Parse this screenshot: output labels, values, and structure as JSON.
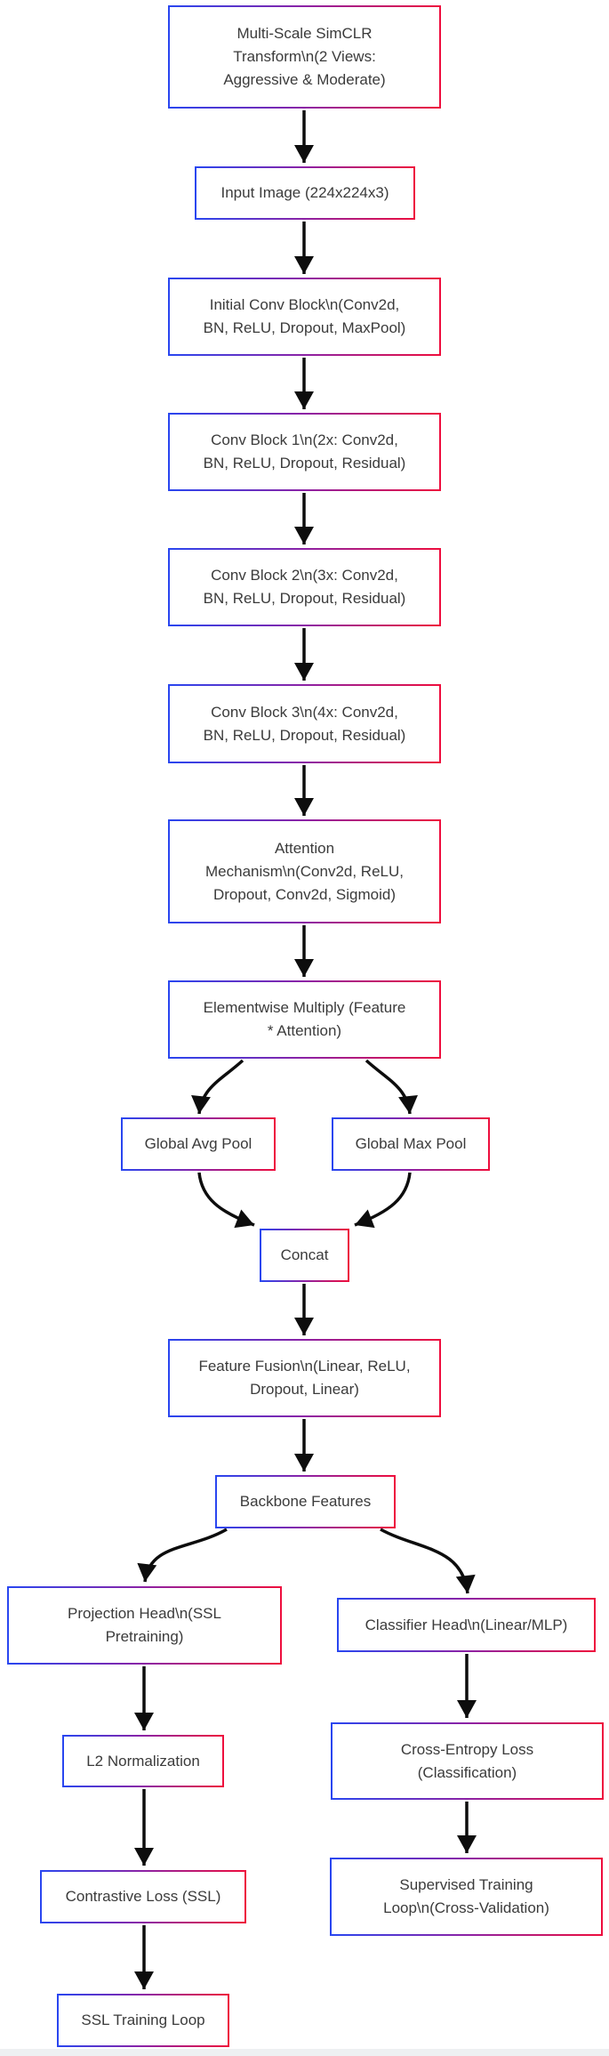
{
  "diagram": {
    "type": "flowchart",
    "nodes": [
      {
        "id": "multi-scale-simclr-transform",
        "lines": [
          "Multi-Scale SimCLR",
          "Transform\\n(2 Views:",
          "Aggressive & Moderate)"
        ]
      },
      {
        "id": "input-image",
        "lines": [
          "Input Image (224x224x3)"
        ]
      },
      {
        "id": "initial-conv-block",
        "lines": [
          "Initial Conv Block\\n(Conv2d,",
          "BN, ReLU, Dropout, MaxPool)"
        ]
      },
      {
        "id": "conv-block-1",
        "lines": [
          "Conv Block 1\\n(2x: Conv2d,",
          "BN, ReLU, Dropout, Residual)"
        ]
      },
      {
        "id": "conv-block-2",
        "lines": [
          "Conv Block 2\\n(3x: Conv2d,",
          "BN, ReLU, Dropout, Residual)"
        ]
      },
      {
        "id": "conv-block-3",
        "lines": [
          "Conv Block 3\\n(4x: Conv2d,",
          "BN, ReLU, Dropout, Residual)"
        ]
      },
      {
        "id": "attention-mechanism",
        "lines": [
          "Attention",
          "Mechanism\\n(Conv2d, ReLU,",
          "Dropout, Conv2d, Sigmoid)"
        ]
      },
      {
        "id": "elementwise-multiply",
        "lines": [
          "Elementwise Multiply (Feature",
          "* Attention)"
        ]
      },
      {
        "id": "global-avg-pool",
        "lines": [
          "Global Avg Pool"
        ]
      },
      {
        "id": "global-max-pool",
        "lines": [
          "Global Max Pool"
        ]
      },
      {
        "id": "concat",
        "lines": [
          "Concat"
        ]
      },
      {
        "id": "feature-fusion",
        "lines": [
          "Feature Fusion\\n(Linear, ReLU,",
          "Dropout, Linear)"
        ]
      },
      {
        "id": "backbone-features",
        "lines": [
          "Backbone Features"
        ]
      },
      {
        "id": "projection-head",
        "lines": [
          "Projection Head\\n(SSL",
          "Pretraining)"
        ]
      },
      {
        "id": "l2-normalization",
        "lines": [
          "L2 Normalization"
        ]
      },
      {
        "id": "contrastive-loss",
        "lines": [
          "Contrastive Loss (SSL)"
        ]
      },
      {
        "id": "ssl-training-loop",
        "lines": [
          "SSL Training Loop"
        ]
      },
      {
        "id": "classifier-head",
        "lines": [
          "Classifier Head\\n(Linear/MLP)"
        ]
      },
      {
        "id": "cross-entropy-loss",
        "lines": [
          "Cross-Entropy Loss",
          "(Classification)"
        ]
      },
      {
        "id": "supervised-training-loop",
        "lines": [
          "Supervised Training",
          "Loop\\n(Cross-Validation)"
        ]
      }
    ],
    "edges": [
      [
        "multi-scale-simclr-transform",
        "input-image"
      ],
      [
        "input-image",
        "initial-conv-block"
      ],
      [
        "initial-conv-block",
        "conv-block-1"
      ],
      [
        "conv-block-1",
        "conv-block-2"
      ],
      [
        "conv-block-2",
        "conv-block-3"
      ],
      [
        "conv-block-3",
        "attention-mechanism"
      ],
      [
        "attention-mechanism",
        "elementwise-multiply"
      ],
      [
        "elementwise-multiply",
        "global-avg-pool"
      ],
      [
        "elementwise-multiply",
        "global-max-pool"
      ],
      [
        "global-avg-pool",
        "concat"
      ],
      [
        "global-max-pool",
        "concat"
      ],
      [
        "concat",
        "feature-fusion"
      ],
      [
        "feature-fusion",
        "backbone-features"
      ],
      [
        "backbone-features",
        "projection-head"
      ],
      [
        "backbone-features",
        "classifier-head"
      ],
      [
        "projection-head",
        "l2-normalization"
      ],
      [
        "l2-normalization",
        "contrastive-loss"
      ],
      [
        "contrastive-loss",
        "ssl-training-loop"
      ],
      [
        "classifier-head",
        "cross-entropy-loss"
      ],
      [
        "cross-entropy-loss",
        "supervised-training-loop"
      ]
    ],
    "colors": {
      "border_gradient_left": "#2946f0",
      "border_gradient_mid": "#8c22a5",
      "border_gradient_right": "#ee0d3d",
      "arrow": "#0d0d0d",
      "text": "#3b3b3b",
      "background": "#ffffff"
    }
  }
}
